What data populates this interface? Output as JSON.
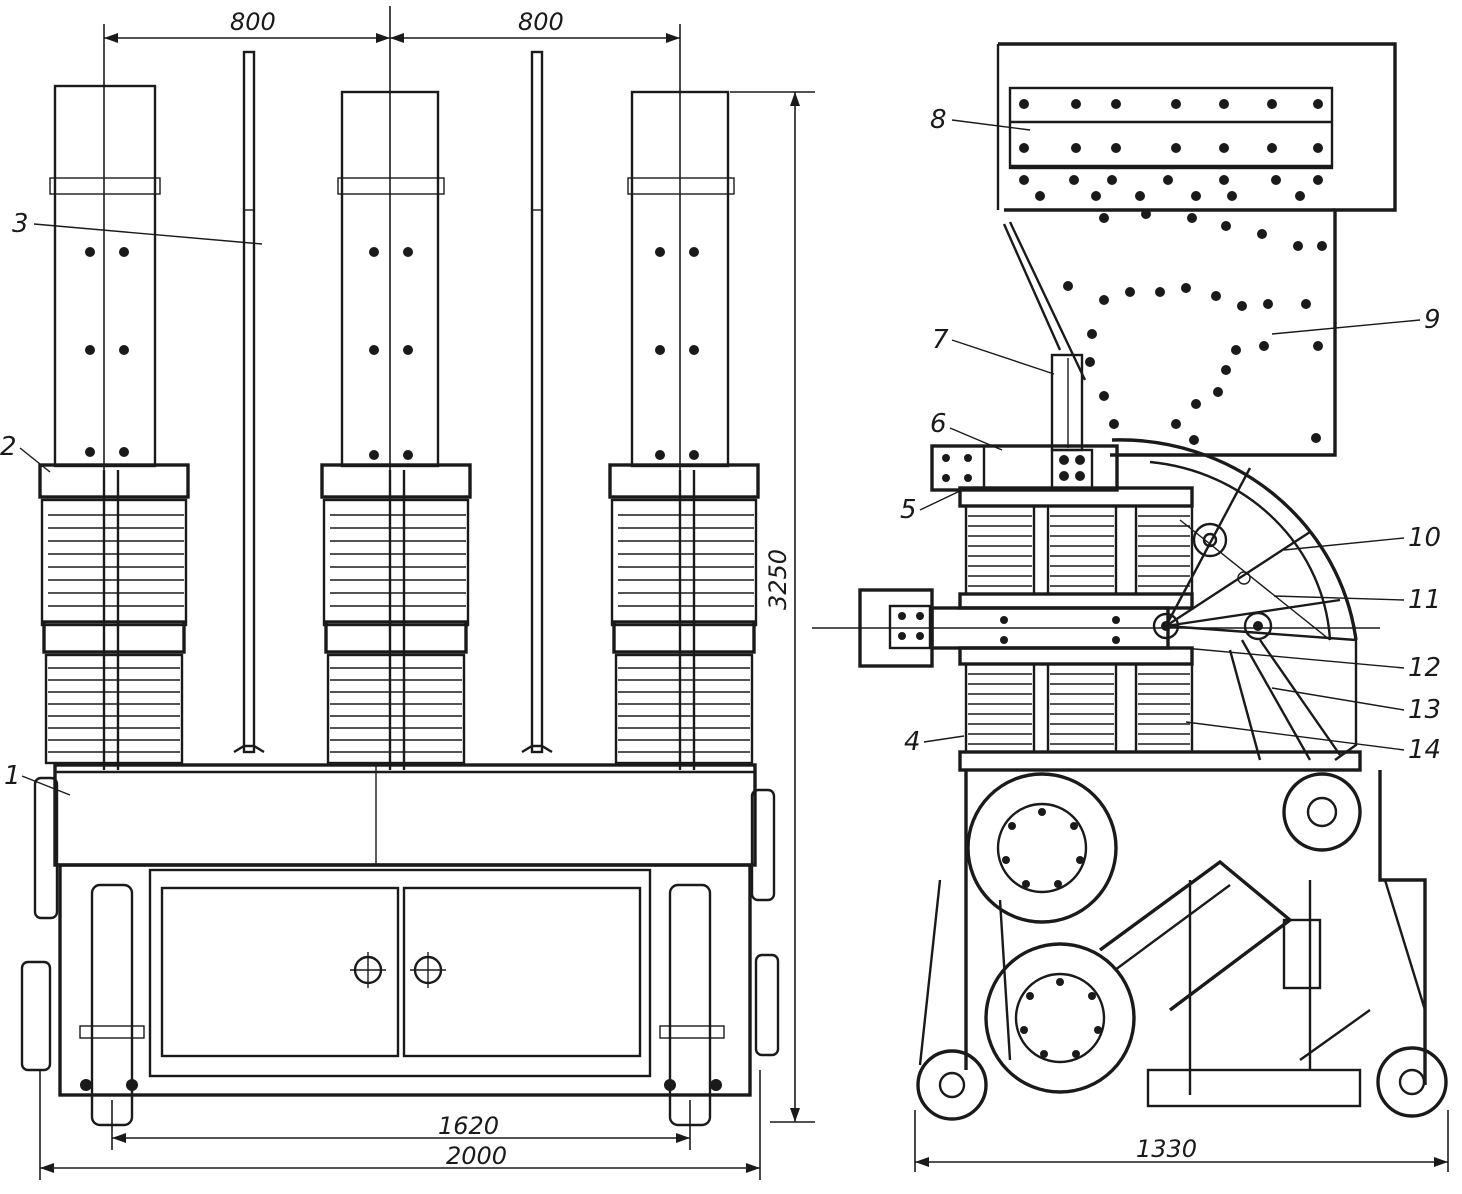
{
  "dimensions": {
    "pitch_left": "800",
    "pitch_right": "800",
    "height": "3250",
    "track_inner": "1620",
    "total_width": "2000",
    "side_width": "1330"
  },
  "callouts": [
    "1",
    "2",
    "3",
    "4",
    "5",
    "6",
    "7",
    "8",
    "9",
    "10",
    "11",
    "12",
    "13",
    "14"
  ],
  "colors": {
    "ink": "#1a1a1a",
    "paper": "#ffffff"
  }
}
